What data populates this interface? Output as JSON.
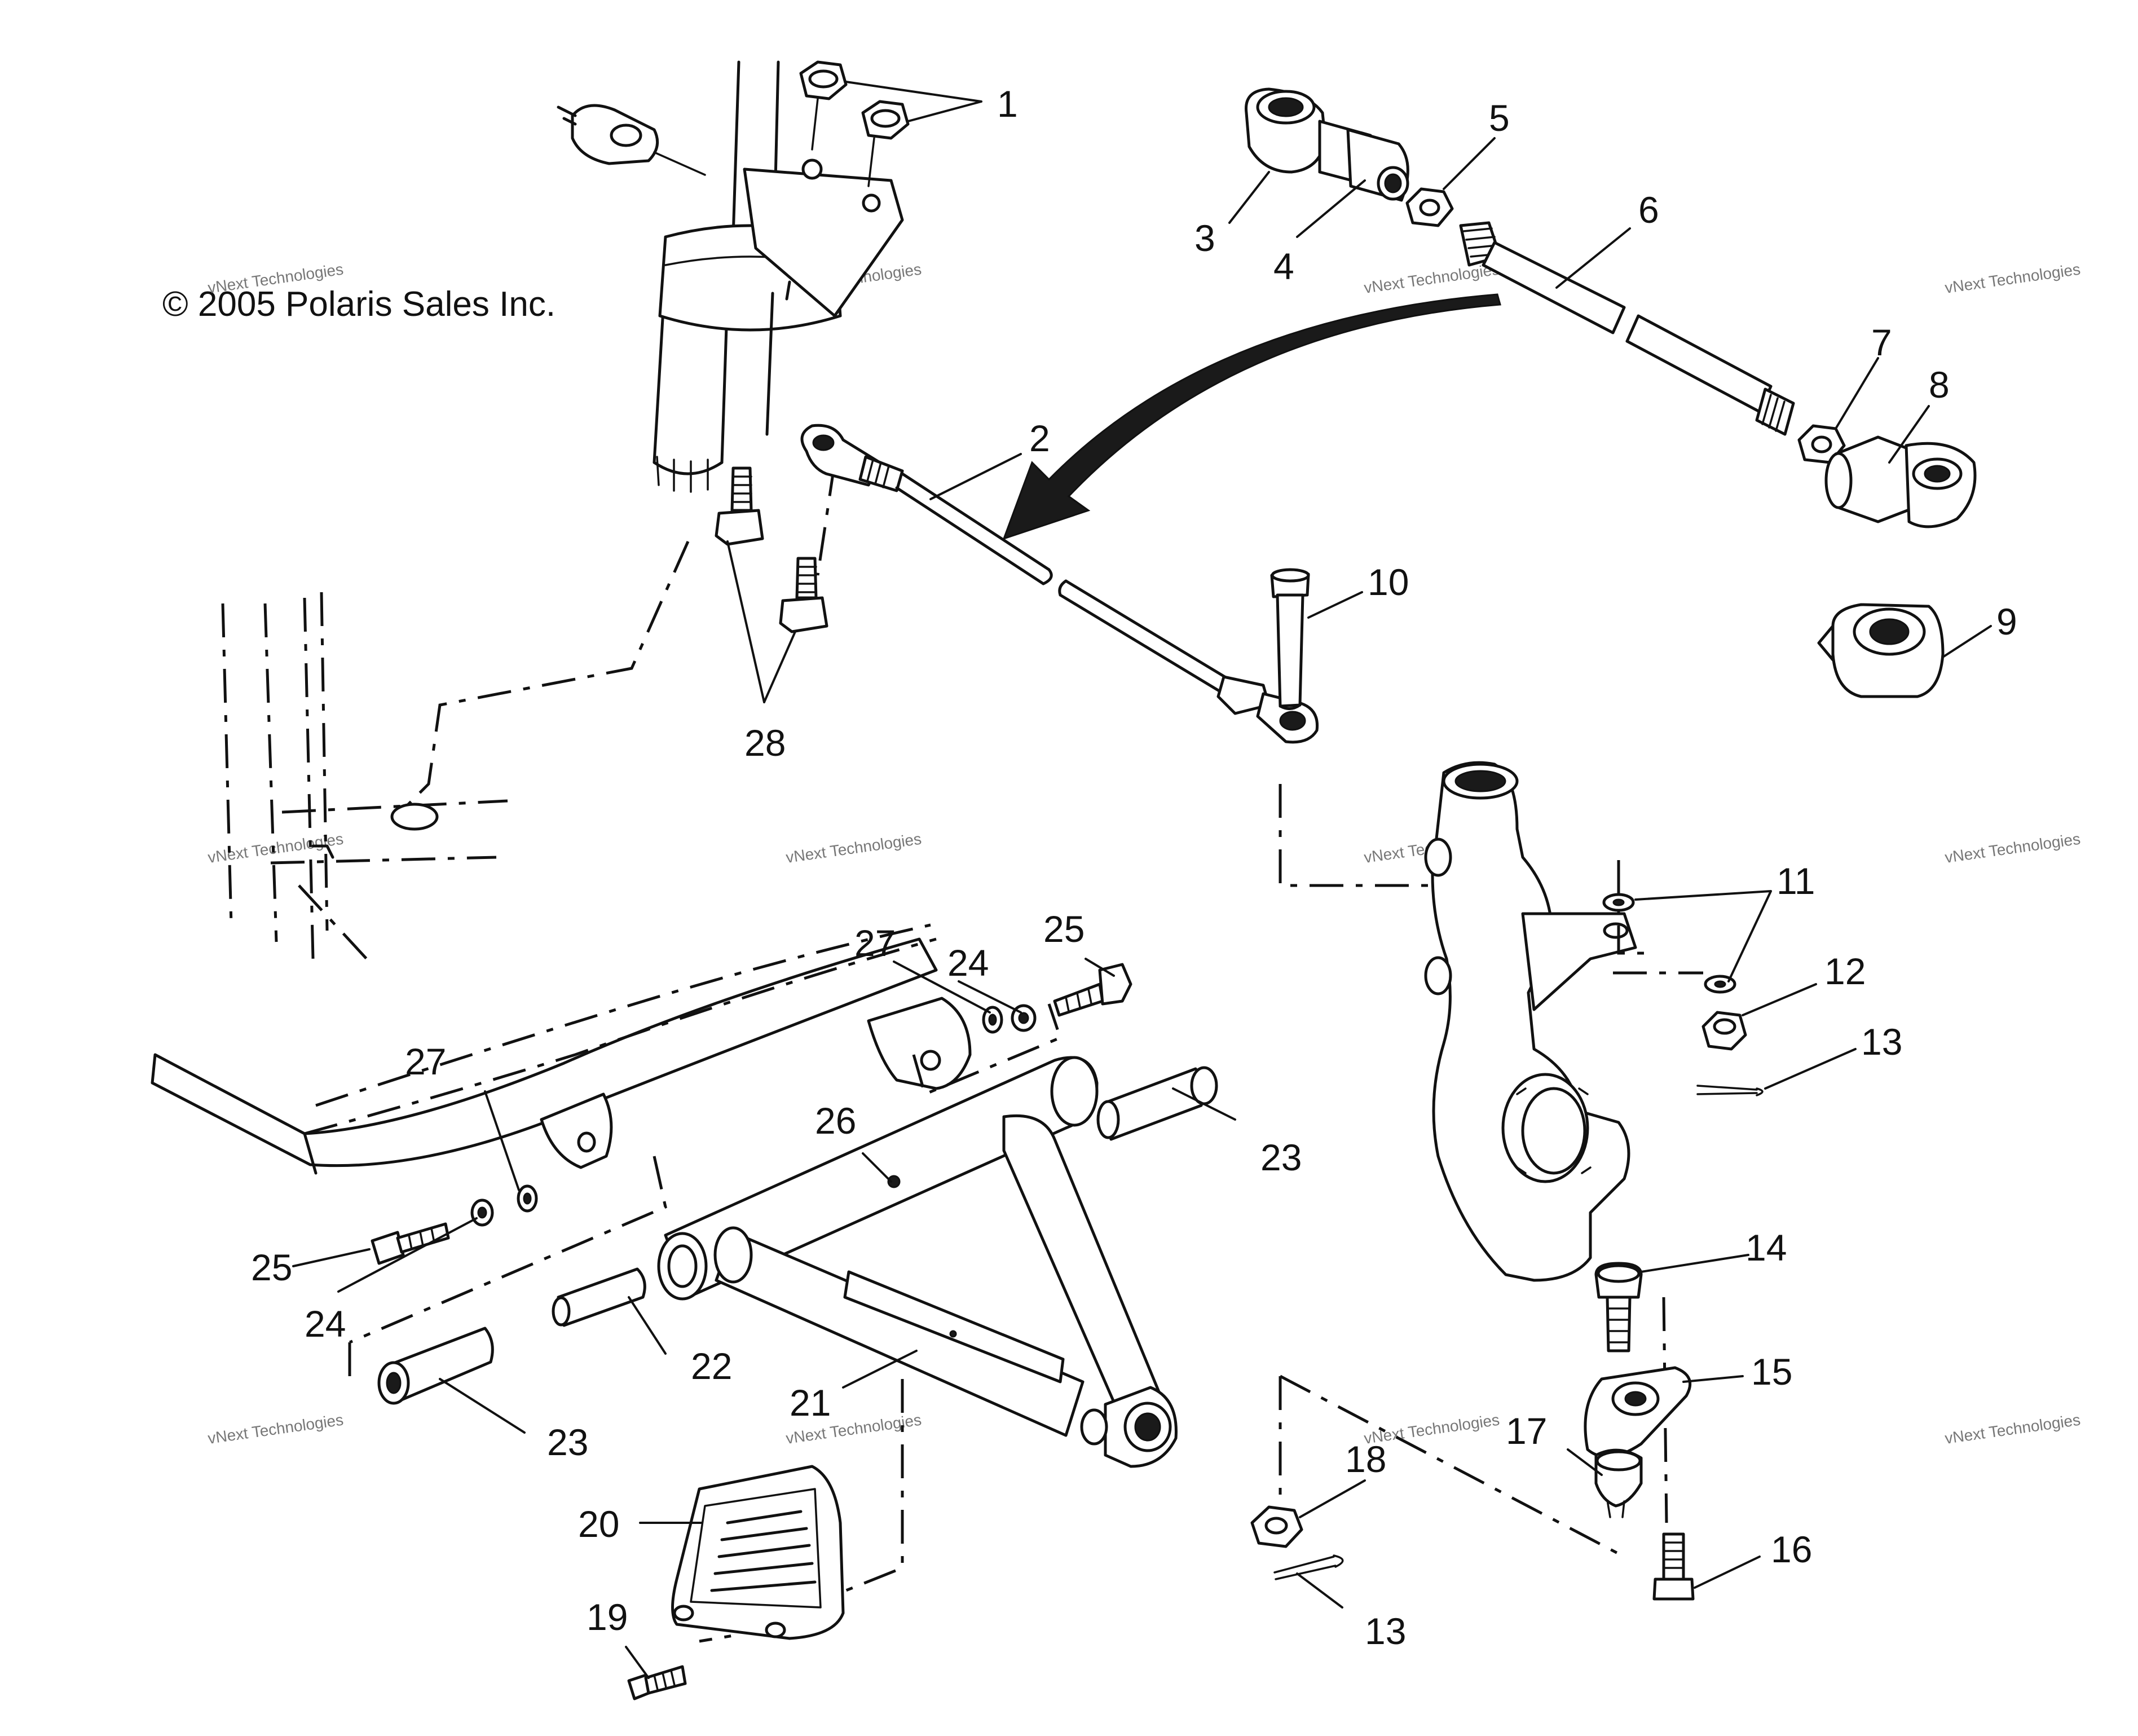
{
  "copyright": "© 2005 Polaris Sales Inc.",
  "watermark": {
    "line1": "vNext Technologies",
    "line2": "vNext\nTechnologies"
  },
  "callouts": [
    {
      "id": "1",
      "text": "1"
    },
    {
      "id": "2",
      "text": "2"
    },
    {
      "id": "3",
      "text": "3"
    },
    {
      "id": "4",
      "text": "4"
    },
    {
      "id": "5",
      "text": "5"
    },
    {
      "id": "6",
      "text": "6"
    },
    {
      "id": "7",
      "text": "7"
    },
    {
      "id": "8",
      "text": "8"
    },
    {
      "id": "9",
      "text": "9"
    },
    {
      "id": "10",
      "text": "10"
    },
    {
      "id": "11",
      "text": "11"
    },
    {
      "id": "12",
      "text": "12"
    },
    {
      "id": "13a",
      "text": "13"
    },
    {
      "id": "13b",
      "text": "13"
    },
    {
      "id": "14",
      "text": "14"
    },
    {
      "id": "15",
      "text": "15"
    },
    {
      "id": "16",
      "text": "16"
    },
    {
      "id": "17",
      "text": "17"
    },
    {
      "id": "18",
      "text": "18"
    },
    {
      "id": "19",
      "text": "19"
    },
    {
      "id": "20",
      "text": "20"
    },
    {
      "id": "21",
      "text": "21"
    },
    {
      "id": "22",
      "text": "22"
    },
    {
      "id": "23a",
      "text": "23"
    },
    {
      "id": "23b",
      "text": "23"
    },
    {
      "id": "24a",
      "text": "24"
    },
    {
      "id": "24b",
      "text": "24"
    },
    {
      "id": "25a",
      "text": "25"
    },
    {
      "id": "25b",
      "text": "25"
    },
    {
      "id": "26",
      "text": "26"
    },
    {
      "id": "27a",
      "text": "27"
    },
    {
      "id": "27b",
      "text": "27"
    },
    {
      "id": "28",
      "text": "28"
    }
  ]
}
